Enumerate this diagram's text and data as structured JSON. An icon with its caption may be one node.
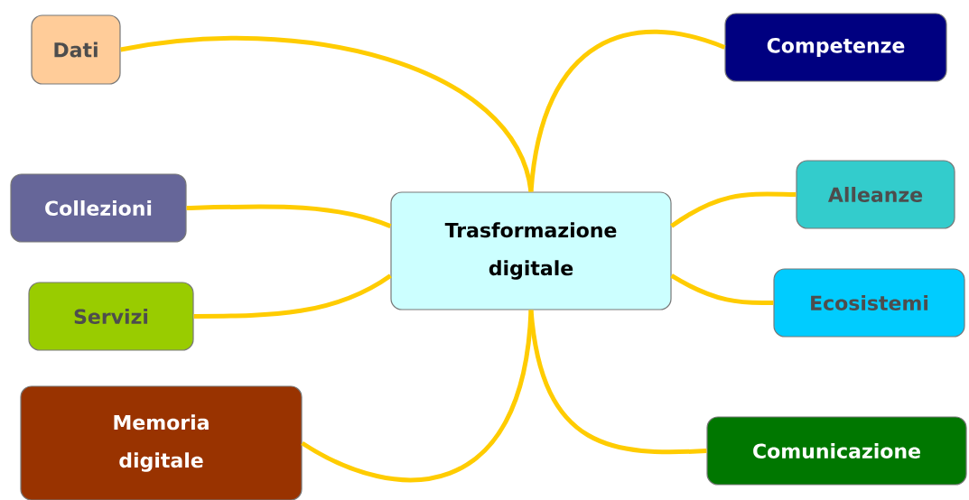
{
  "diagram": {
    "nodes": [
      {
        "text": [
          "Trasformazione digitale"
        ]
      },
      {
        "text": [
          "Dati"
        ]
      },
      {
        "text": [
          "Competenze"
        ]
      },
      {
        "text": [
          "Collezioni"
        ]
      },
      {
        "text": [
          "Alleanze"
        ]
      },
      {
        "text": [
          "Servizi"
        ]
      },
      {
        "text": [
          "Ecosistemi"
        ]
      },
      {
        "text": [
          "Memoria digitale"
        ]
      },
      {
        "text": [
          "Comunicazione"
        ]
      }
    ],
    "edges": [
      {
        "from": 0,
        "to": 1,
        "arrow": "none"
      },
      {
        "from": 0,
        "to": 2,
        "arrow": "none"
      },
      {
        "from": 0,
        "to": 3,
        "arrow": "none"
      },
      {
        "from": 0,
        "to": 4,
        "arrow": "none"
      },
      {
        "from": 0,
        "to": 5,
        "arrow": "none"
      },
      {
        "from": 0,
        "to": 6,
        "arrow": "none"
      },
      {
        "from": 0,
        "to": 7,
        "arrow": "none"
      },
      {
        "from": 0,
        "to": 8,
        "arrow": "none"
      }
    ]
  }
}
